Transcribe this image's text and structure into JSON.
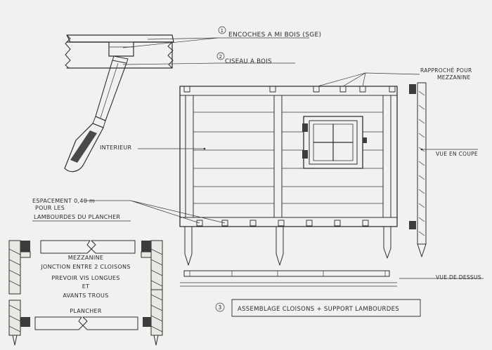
{
  "labels": {
    "encoches": {
      "num": "1",
      "text": "ENCOCHES A MI BOIS (SGE)"
    },
    "ciseau": {
      "num": "2",
      "text": "CISEAU A BOIS"
    },
    "rapproche": [
      "RAPPROCHÉ POUR",
      "MEZZANINE"
    ],
    "interieur": "INTERIEUR",
    "vue_coupe": "VUE EN COUPE",
    "espacement": [
      "ESPACEMENT 0,40 m",
      "POUR LES",
      "LAMBOURDES DU PLANCHER"
    ],
    "mezzanine": "MEZZANINE",
    "jonction": "JONCTION ENTRE 2 CLOISONS",
    "prevoir": [
      "PREVOIR VIS LONGUES",
      "ET",
      "AVANTS TROUS"
    ],
    "plancher": "PLANCHER",
    "vue_dessus": "VUE DE DESSUS",
    "assemblage": {
      "num": "3",
      "text": "ASSEMBLAGE CLOISONS + SUPPORT LAMBOURDES"
    }
  },
  "colors": {
    "ink": "#2e2e2e",
    "paper": "#f1f1ef"
  }
}
